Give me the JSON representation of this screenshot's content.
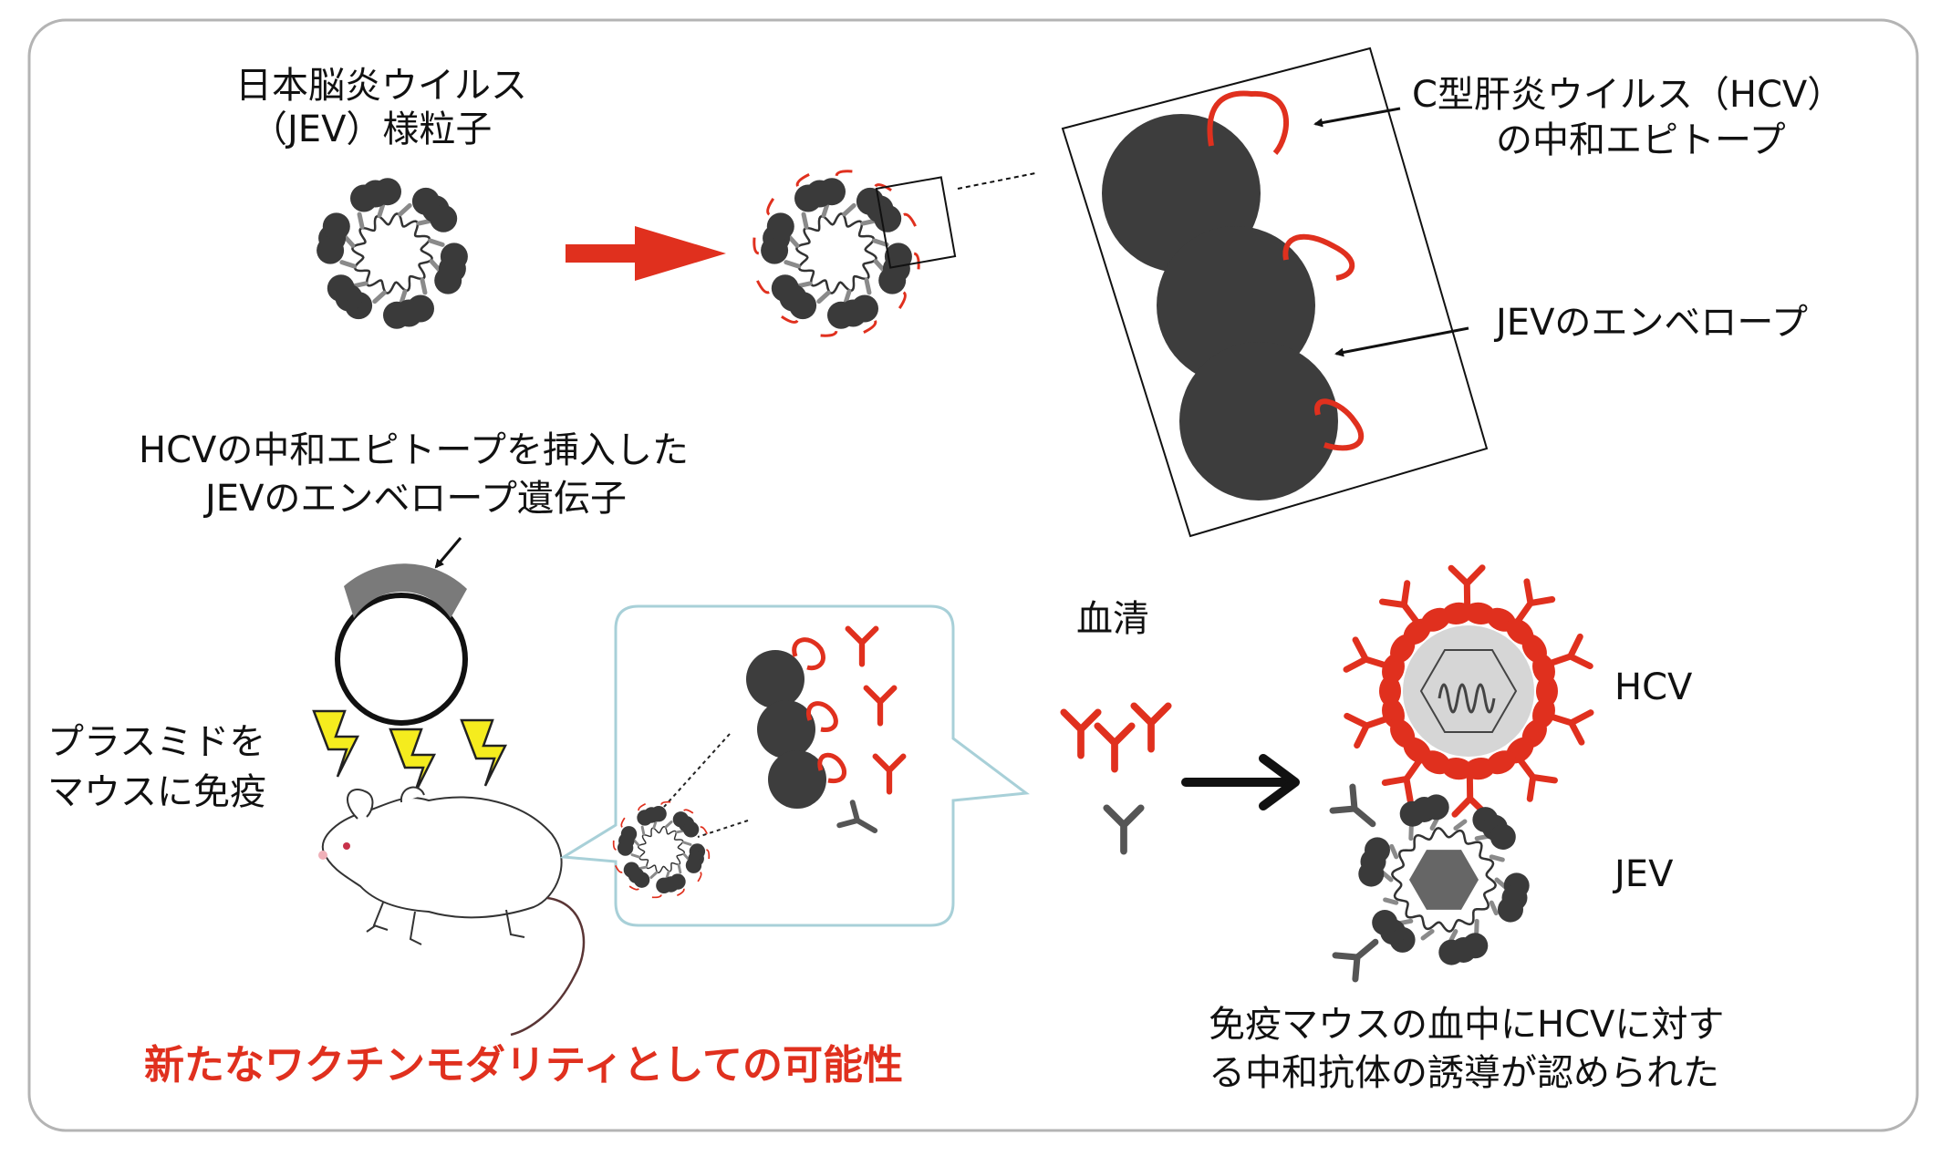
{
  "colors": {
    "red": "#e0301e",
    "dark": "#3a3a3a",
    "gray": "#7a7a7a",
    "bubble_border": "#a8d0d8",
    "bolt": "#f5ec1e"
  },
  "labels": {
    "jev_particle_line1": "日本脳炎ウイルス",
    "jev_particle_line2": "（JEV）様粒子",
    "hcv_epitope_line1": "C型肝炎ウイルス（HCV）",
    "hcv_epitope_line2": "の中和エピトープ",
    "jev_envelope": "JEVのエンベロープ",
    "gene_line1": "HCVの中和エピトープを挿入した",
    "gene_line2": "JEVのエンベロープ遺伝子",
    "plasmid_line1": "プラスミドを",
    "plasmid_line2": "マウスに免疫",
    "serum": "血清",
    "hcv": "HCV",
    "jev": "JEV",
    "result_line1": "免疫マウスの血中にHCVに対す",
    "result_line2": "る中和抗体の誘導が認められた",
    "conclusion": "新たなワクチンモダリティとしての可能性"
  },
  "icons": [
    "jev-particle-icon",
    "modified-particle-icon",
    "plasmid-icon",
    "lightning-icon",
    "mouse-icon",
    "antibody-icon",
    "hcv-virion-icon",
    "jev-virion-icon"
  ]
}
